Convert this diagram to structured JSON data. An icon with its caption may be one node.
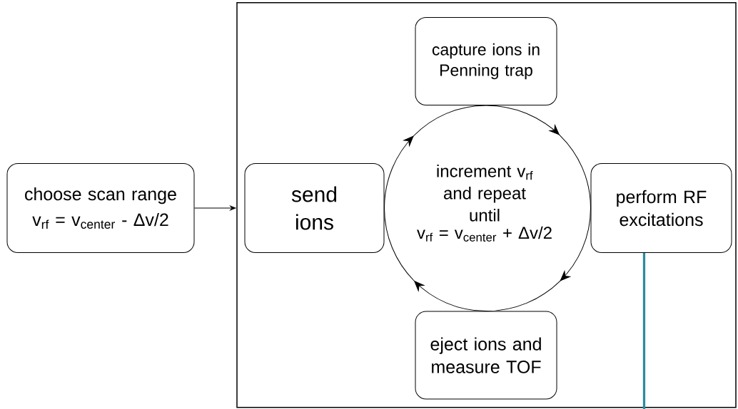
{
  "diagram": {
    "nodes": [
      {
        "text": [
          "choose scan range",
          "v$_{rf}$ = v$_{center}$ - Δv/2"
        ]
      },
      {
        "text": [],
        "shape": "box"
      },
      {
        "text": [
          "capture ions in Penning trap"
        ],
        "in": 1
      },
      {
        "text": [
          "send ions"
        ],
        "in": 1
      },
      {
        "text": [
          "increment v$_{rf}$ and repeat until",
          "v$_{rf}$ = v$_{center}$ + Δv/2"
        ],
        "in": 1
      },
      {
        "text": [
          "perform RF excitations"
        ],
        "in": 1
      },
      {
        "text": [
          "eject ions and measure TOF"
        ],
        "in": 1
      }
    ],
    "edges": [
      {
        "from": 0,
        "to": 1,
        "arrow": "to"
      },
      {
        "from": 3,
        "to": 2,
        "arrow": "to"
      },
      {
        "from": 2,
        "to": 5,
        "arrow": "to"
      },
      {
        "from": 5,
        "to": 6,
        "arrow": "to"
      },
      {
        "from": 6,
        "to": 3,
        "arrow": "to"
      },
      {
        "from": 5,
        "to": null,
        "arrow": "none",
        "style": "thick",
        "color": "#2e8a9f"
      }
    ]
  }
}
